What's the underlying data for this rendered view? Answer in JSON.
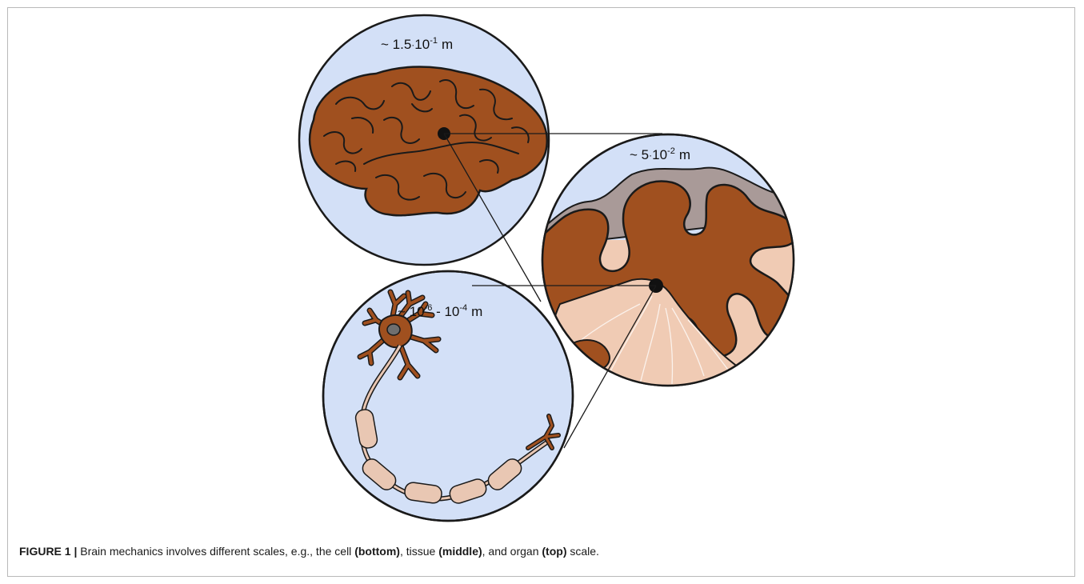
{
  "scales": {
    "organ": {
      "prefix": "~ 1.5",
      "dot": "·",
      "base": "10",
      "exponent": "-1",
      "unit": "m"
    },
    "tissue": {
      "prefix": "~ 5",
      "dot": "·",
      "base": "10",
      "exponent": "-2",
      "unit": "m"
    },
    "cell": {
      "prefix": "~ ",
      "base1": "10",
      "exponent1": "-6",
      "separator": " - ",
      "base2": "10",
      "exponent2": "-4",
      "unit": "m"
    }
  },
  "caption": {
    "label": "FIGURE 1 |",
    "text_1": " Brain mechanics involves different scales, e.g., the cell ",
    "bold_1": "(bottom)",
    "text_2": ", tissue ",
    "bold_2": "(middle)",
    "text_3": ", and organ ",
    "bold_3": "(top)",
    "text_4": " scale."
  },
  "colors": {
    "circle_fill": "#d3e0f7",
    "brain_brown": "#a0501f",
    "white_matter": "#f0cbb4",
    "meninges": "#a99a98",
    "myelin": "#e9c7b3",
    "outline": "#1a1a1a"
  }
}
